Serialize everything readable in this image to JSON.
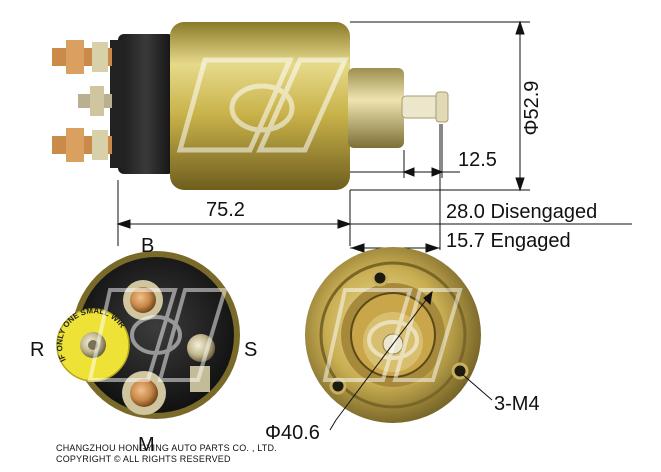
{
  "dimensions": {
    "diameter_body": "Φ52.9",
    "plunger_travel": "12.5",
    "body_length": "75.2",
    "disengaged": "28.0 Disengaged",
    "engaged": "15.7 Engaged",
    "diameter_flange": "Φ40.6",
    "mount_holes": "3-M4"
  },
  "terminals": {
    "b": "B",
    "r": "R",
    "s": "S",
    "m": "M"
  },
  "sticker": {
    "text": "IF ONLY ONE SMALL WIRE IS USED"
  },
  "footer": {
    "company": "CHANGZHOU HONGYING AUTO PARTS CO. , LTD.",
    "copyright": "COPYRIGHT © ALL RIGHTS RESERVED"
  },
  "colors": {
    "brass": "#c9b24a",
    "copper": "#c98a4a",
    "dim_line": "#111111"
  }
}
